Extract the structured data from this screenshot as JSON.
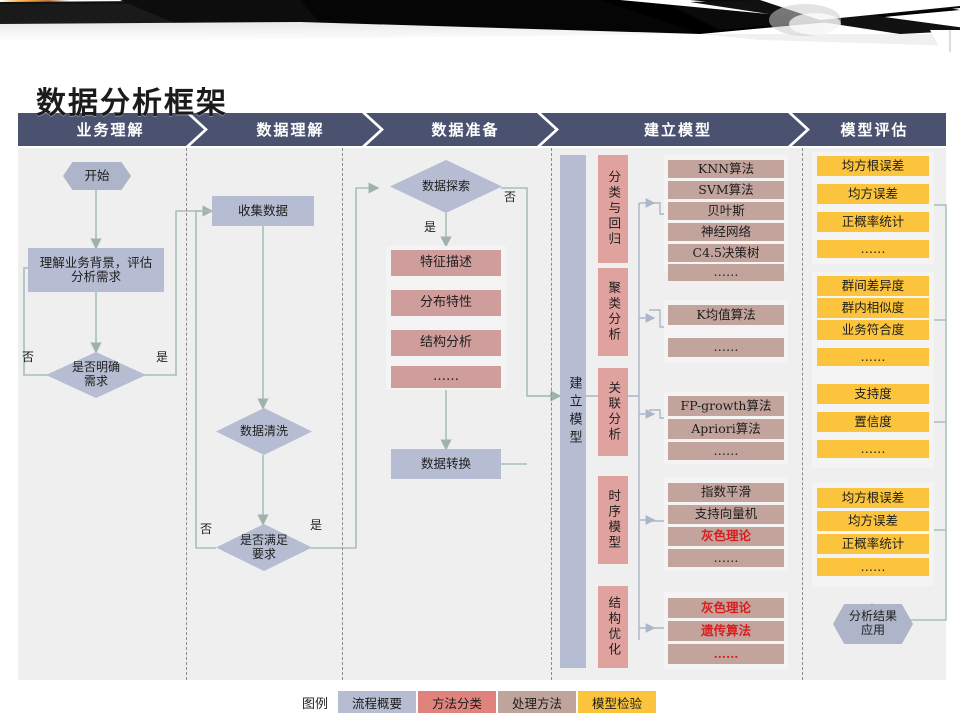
{
  "slide": {
    "title": "数据分析框架"
  },
  "header": {
    "stages": [
      {
        "label": "业务理解"
      },
      {
        "label": "数据理解"
      },
      {
        "label": "数据准备"
      },
      {
        "label": "建立模型"
      },
      {
        "label": "模型评估"
      }
    ],
    "bg_color": "#4a5270"
  },
  "business": {
    "start": "开始",
    "task": "理解业务背景，评估分析需求",
    "decision": "是否明确需求",
    "yes": "是",
    "no": "否"
  },
  "data_understanding": {
    "collect": "收集数据",
    "clean": "数据清洗",
    "decision": "是否满足要求",
    "yes": "是",
    "no": "否"
  },
  "data_preparation": {
    "explore": "数据探索",
    "yes": "是",
    "no": "否",
    "items": [
      "特征描述",
      "分布特性",
      "结构分析",
      "……"
    ],
    "transform": "数据转换"
  },
  "modeling": {
    "bar_label": "建立模型",
    "groups": [
      {
        "category": "分类与回归",
        "algorithms": [
          {
            "name": "KNN算法",
            "highlight": false
          },
          {
            "name": "SVM算法",
            "highlight": false
          },
          {
            "name": "贝叶斯",
            "highlight": false
          },
          {
            "name": "神经网络",
            "highlight": false
          },
          {
            "name": "C4.5决策树",
            "highlight": false
          },
          {
            "name": "……",
            "highlight": false
          }
        ]
      },
      {
        "category": "聚类分析",
        "algorithms": [
          {
            "name": "K均值算法",
            "highlight": false
          },
          {
            "name": "……",
            "highlight": false
          }
        ]
      },
      {
        "category": "关联分析",
        "algorithms": [
          {
            "name": "FP-growth算法",
            "highlight": false
          },
          {
            "name": "Apriori算法",
            "highlight": false
          },
          {
            "name": "……",
            "highlight": false
          }
        ]
      },
      {
        "category": "时序模型",
        "algorithms": [
          {
            "name": "指数平滑",
            "highlight": false
          },
          {
            "name": "支持向量机",
            "highlight": false
          },
          {
            "name": "灰色理论",
            "highlight": true
          },
          {
            "name": "……",
            "highlight": false
          }
        ]
      },
      {
        "category": "结构优化",
        "algorithms": [
          {
            "name": "灰色理论",
            "highlight": true
          },
          {
            "name": "遗传算法",
            "highlight": true
          },
          {
            "name": "……",
            "highlight": true
          }
        ]
      }
    ]
  },
  "evaluation": {
    "groups": [
      {
        "metrics": [
          "均方根误差",
          "均方误差",
          "正概率统计",
          "……"
        ]
      },
      {
        "metrics": [
          "群间差异度",
          "群内相似度",
          "业务符合度",
          "……"
        ]
      },
      {
        "metrics": [
          "支持度",
          "置信度",
          "……"
        ]
      },
      {
        "metrics": [
          "均方根误差",
          "均方误差",
          "正概率统计",
          "……"
        ]
      }
    ],
    "end": "分析结果应用"
  },
  "legend": {
    "title": "图例",
    "items": [
      {
        "label": "流程概要",
        "color": "#b6bcd1"
      },
      {
        "label": "方法分类",
        "color": "#e0837d"
      },
      {
        "label": "处理方法",
        "color": "#bfa49c"
      },
      {
        "label": "模型检验",
        "color": "#fbc43c"
      }
    ]
  }
}
